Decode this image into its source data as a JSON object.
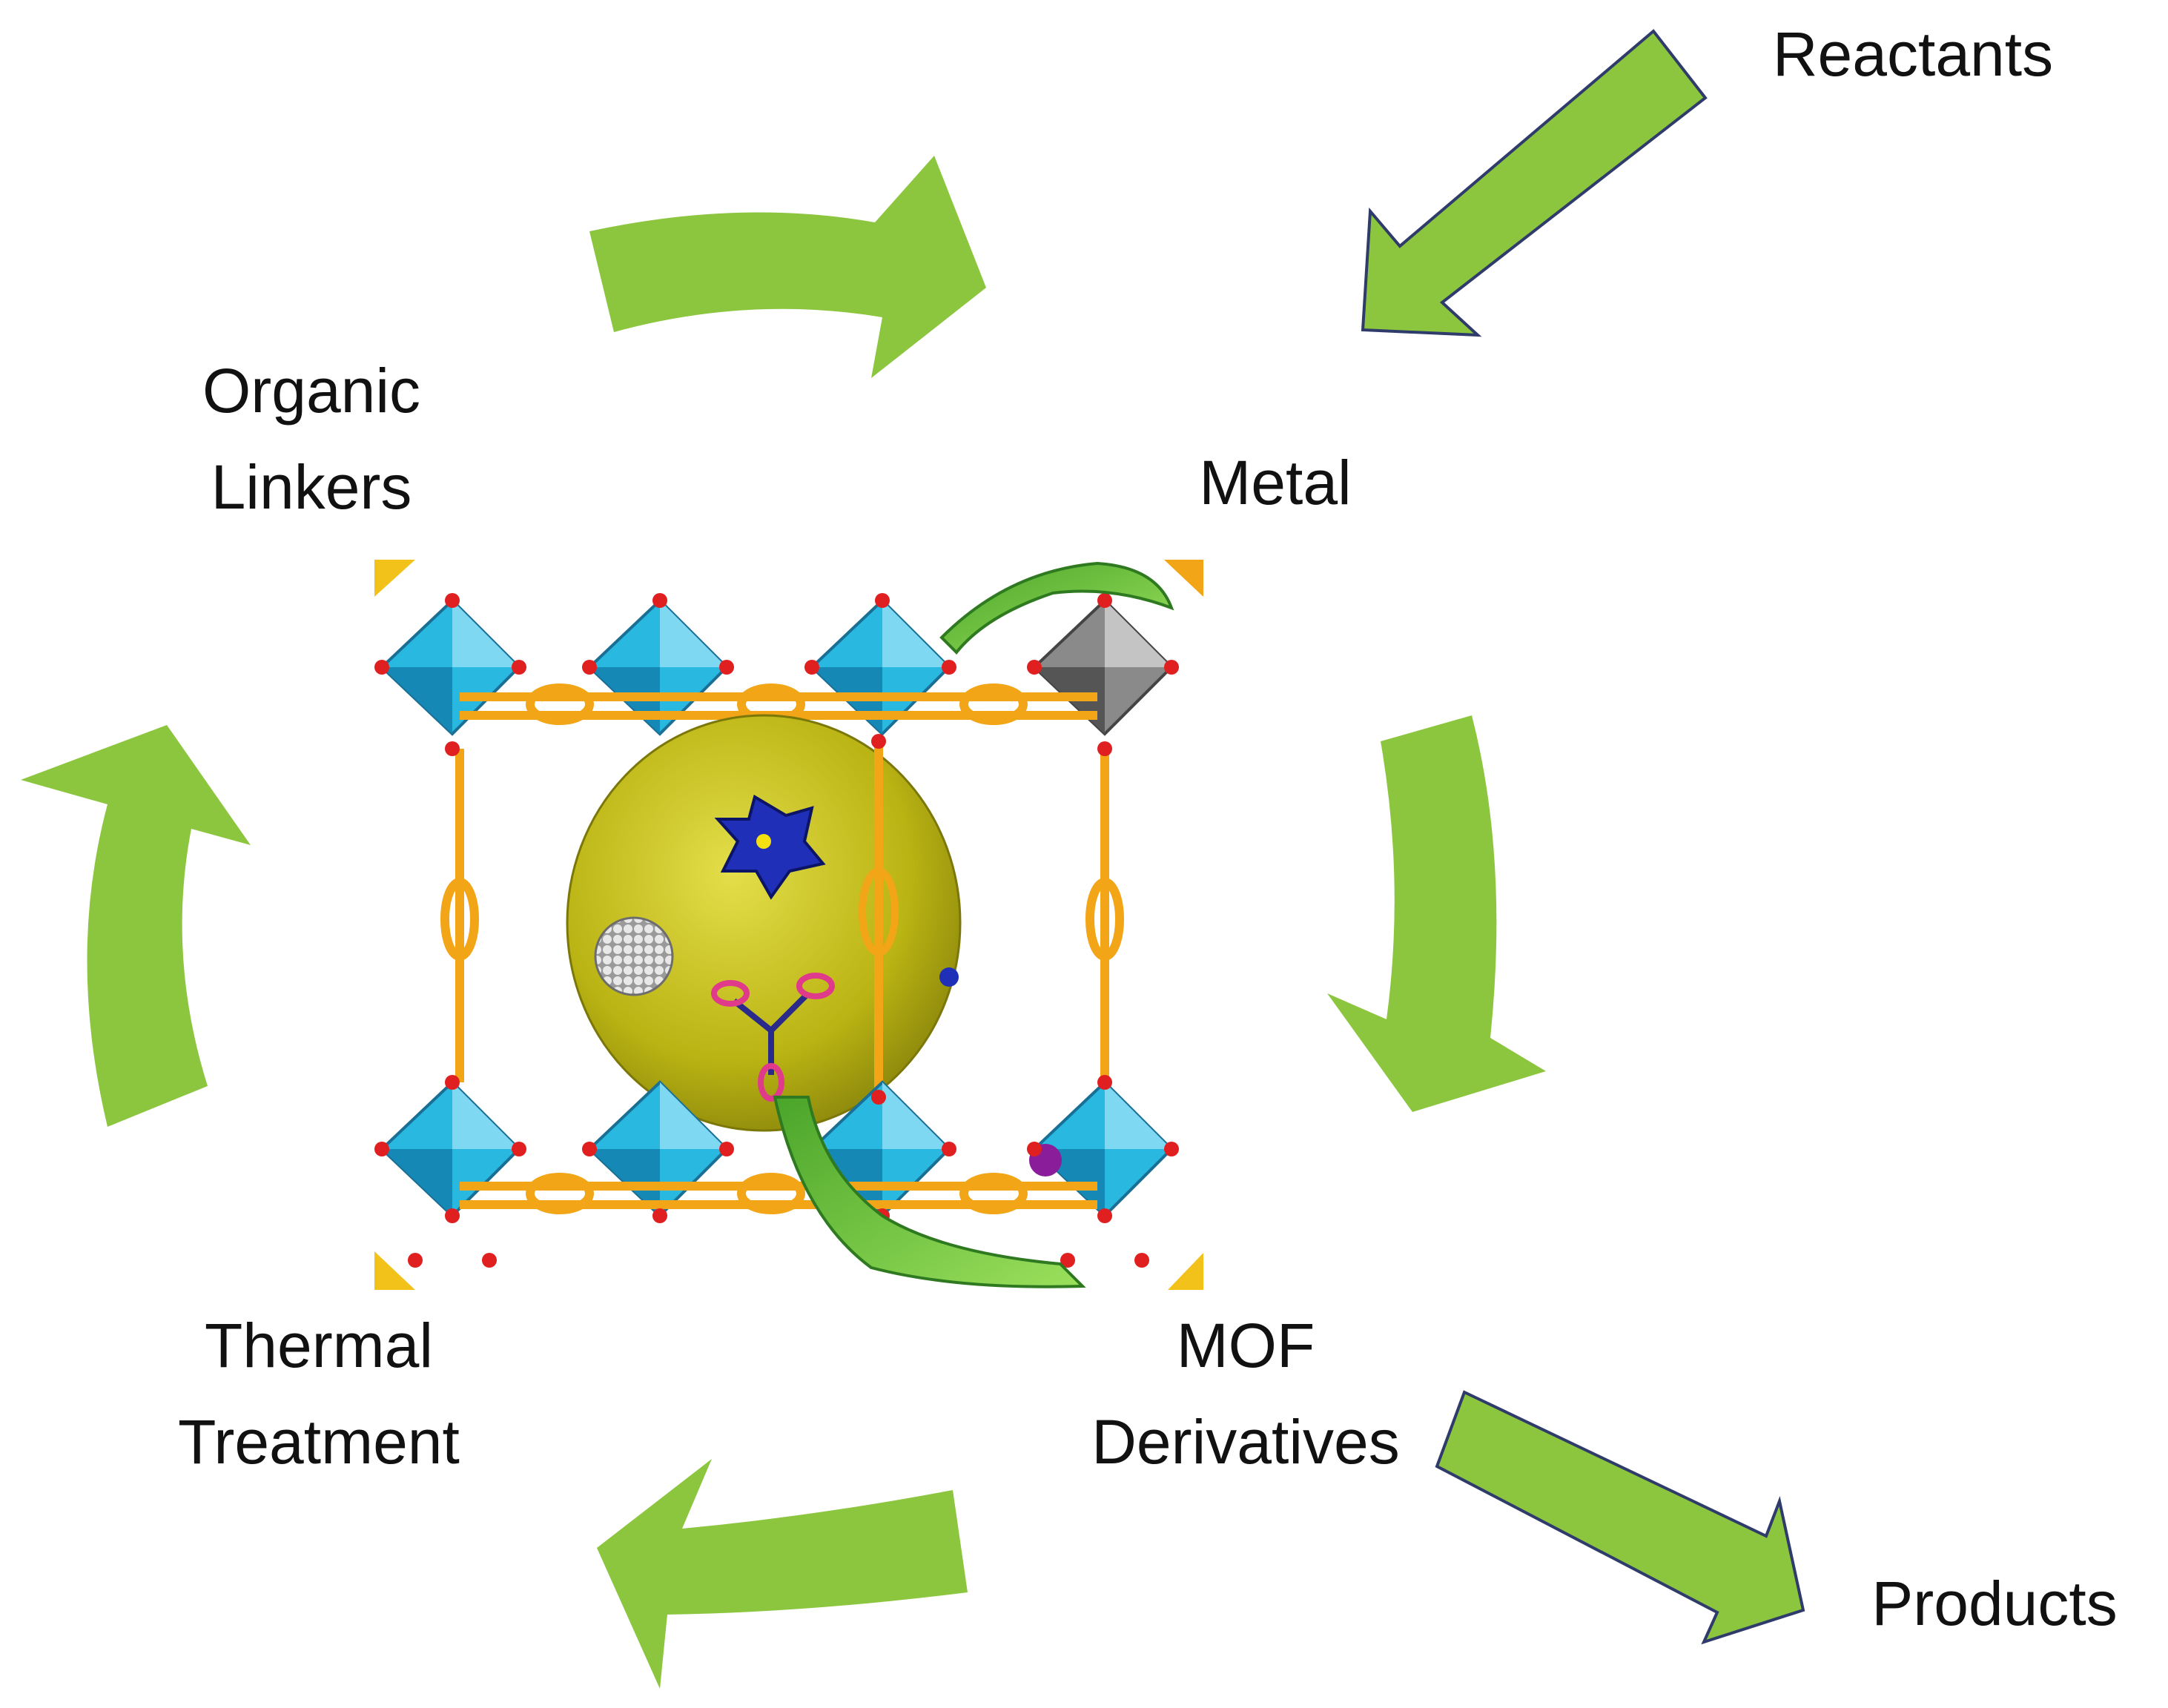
{
  "labels": {
    "reactants": "Reactants",
    "organic_linkers": [
      "Organic",
      "Linkers"
    ],
    "metal": "Metal",
    "thermal_treatment": [
      "Thermal",
      "Treatment"
    ],
    "mof_derivatives": [
      "MOF",
      "Derivatives"
    ],
    "products": "Products"
  },
  "colors": {
    "arrow_fill": "#8cc63f",
    "arrow_outline": "#2f3b6b",
    "polyhedron_cyan": "#29b9e0",
    "polyhedron_gray": "#8a8a8a",
    "linker_orange": "#f2a516",
    "oxygen_red": "#e02020",
    "pore_yellow": "#c9c21a",
    "cluster_blue": "#1f2fb8",
    "ribbon_green": "#5fbf3a"
  },
  "center_image": {
    "description_icon": "mof-framework-image"
  }
}
